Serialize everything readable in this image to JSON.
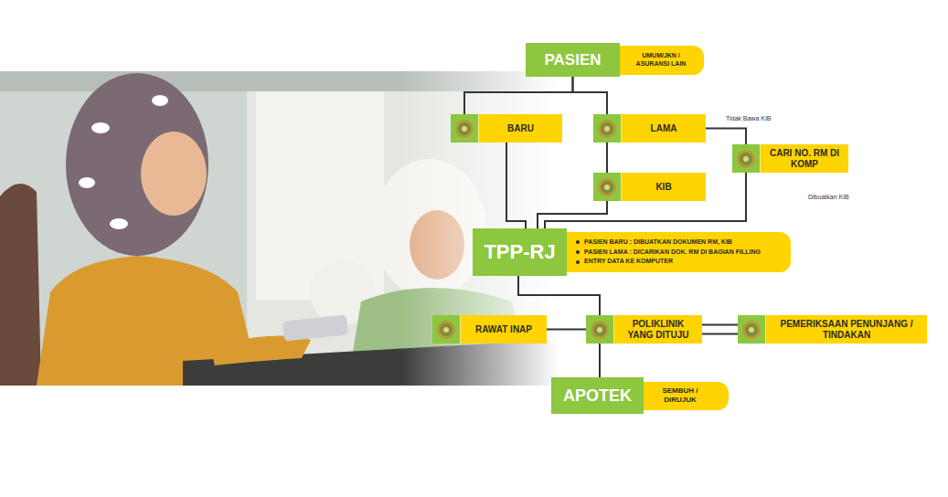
{
  "diagram": {
    "nodes": [
      {
        "text": [
          "PASIEN",
          "UMUM/JKN / ASURANSI LAIN"
        ]
      },
      {
        "text": [
          "BARU"
        ]
      },
      {
        "text": [
          "LAMA"
        ]
      },
      {
        "text": [
          "CARI NO. RM DI KOMP"
        ]
      },
      {
        "text": [
          "KIB"
        ]
      },
      {
        "text": [
          "TPP-RJ",
          "PASIEN BARU : DIBUATKAN DOKUMEN RM, KIB",
          "PASIEN LAMA : DICARIKAN DOK. RM DI BAGIAN FILLING",
          "ENTRY DATA KE KOMPUTER"
        ]
      },
      {
        "text": [
          "RAWAT INAP"
        ]
      },
      {
        "text": [
          "POLIKLINIK YANG DITUJU"
        ]
      },
      {
        "text": [
          "PEMERIKSAAN PENUNJANG / TINDAKAN"
        ]
      },
      {
        "text": [
          "APOTEK",
          "SEMBUH / DIRUJUK"
        ]
      }
    ],
    "edges": [
      {
        "from": 0,
        "to": 1,
        "arrow": "none"
      },
      {
        "from": 0,
        "to": 2,
        "arrow": "none"
      },
      {
        "from": 2,
        "to": 3,
        "label": "Tidak Bawa KIB",
        "arrow": "none"
      },
      {
        "from": 2,
        "to": 4,
        "arrow": "none"
      },
      {
        "from": 1,
        "to": 5,
        "arrow": "none"
      },
      {
        "from": 4,
        "to": 5,
        "arrow": "none"
      },
      {
        "from": 3,
        "to": 5,
        "arrow": "none"
      },
      {
        "from": 5,
        "to": 7,
        "arrow": "none"
      },
      {
        "from": 7,
        "to": 6,
        "arrow": "none"
      },
      {
        "from": 7,
        "to": 8,
        "arrow": "none"
      },
      {
        "from": 8,
        "to": 7,
        "arrow": "none"
      },
      {
        "from": 7,
        "to": 9,
        "arrow": "none"
      }
    ],
    "labels": [
      "Dibuatkan KIB"
    ]
  }
}
